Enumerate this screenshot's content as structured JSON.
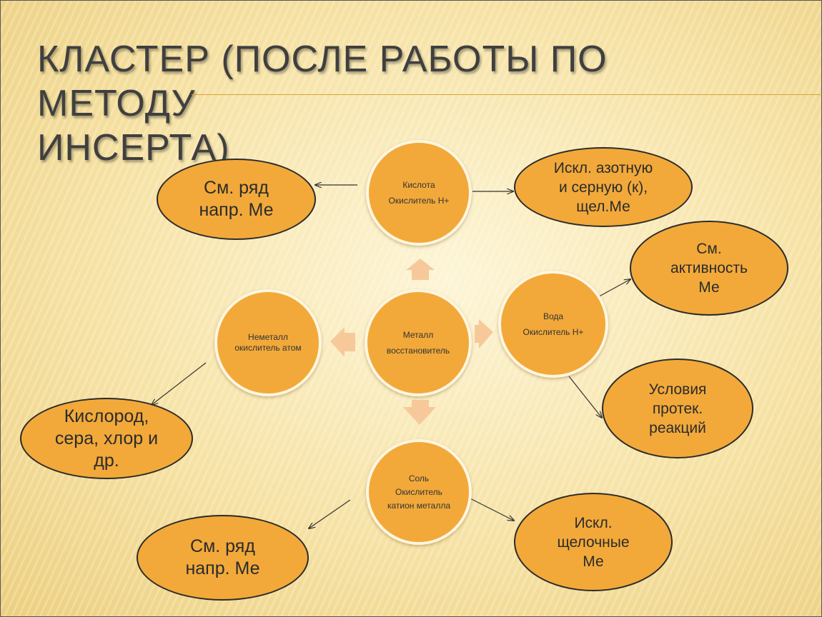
{
  "slide": {
    "title_line1": "КЛАСТЕР (ПОСЛЕ РАБОТЫ ПО МЕТОДУ",
    "title_line2": "ИНСЕРТА)"
  },
  "center": {
    "label": "Металл\nвосстановитель"
  },
  "oxidizers": {
    "acid": {
      "label": "Кислота\nОкислитель Н+"
    },
    "water": {
      "label": "Вода\nОкислитель Н+"
    },
    "salt": {
      "label": "Соль\nОкислитель\nкатион металла"
    },
    "nonmetal": {
      "label": "Неметалл\nокислитель атом"
    }
  },
  "notes": {
    "acid_left": {
      "label": "См. ряд\nнапр. Ме"
    },
    "acid_right": {
      "label": "Искл. азотную\nи серную (к),\nщел.Ме"
    },
    "water_top": {
      "label": "См.\nактивность\nМе"
    },
    "water_bottom": {
      "label": "Условия\nпротек.\nреакций"
    },
    "nonmetal_bottom": {
      "label": "Кислород,\nсера, хлор и\nдр."
    },
    "salt_left": {
      "label": "См. ряд\nнапр. Ме"
    },
    "salt_right": {
      "label": "Искл.\nщелочные\nМе"
    }
  },
  "colors": {
    "node_fill": "#f2a93a",
    "node_ring": "#fff6df",
    "connector_arrow": "#f7c99a",
    "line": "#333333",
    "title": "#3f3f3f"
  }
}
